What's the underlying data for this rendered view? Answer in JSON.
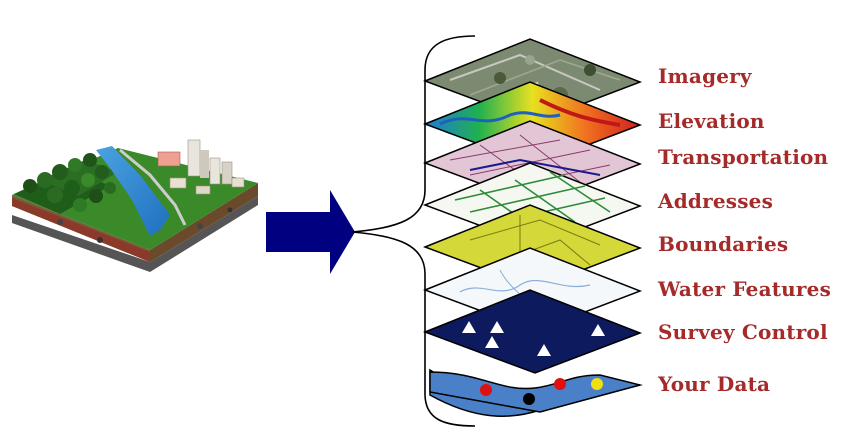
{
  "diagram": {
    "source_illustration": "3d-terrain-block",
    "arrow_color": "#000080",
    "label_color": "#a52a2a",
    "layers": [
      {
        "id": "imagery",
        "label": "Imagery",
        "icon": "aerial-photo"
      },
      {
        "id": "elevation",
        "label": "Elevation",
        "icon": "elevation-map"
      },
      {
        "id": "transportation",
        "label": "Transportation",
        "icon": "road-network"
      },
      {
        "id": "addresses",
        "label": "Addresses",
        "icon": "parcel-grid"
      },
      {
        "id": "boundaries",
        "label": "Boundaries",
        "icon": "boundary-map"
      },
      {
        "id": "water-features",
        "label": "Water Features",
        "icon": "stream-map"
      },
      {
        "id": "survey-control",
        "label": "Survey Control",
        "icon": "triangle-markers"
      },
      {
        "id": "your-data",
        "label": "Your Data",
        "icon": "colored-dots"
      }
    ]
  }
}
